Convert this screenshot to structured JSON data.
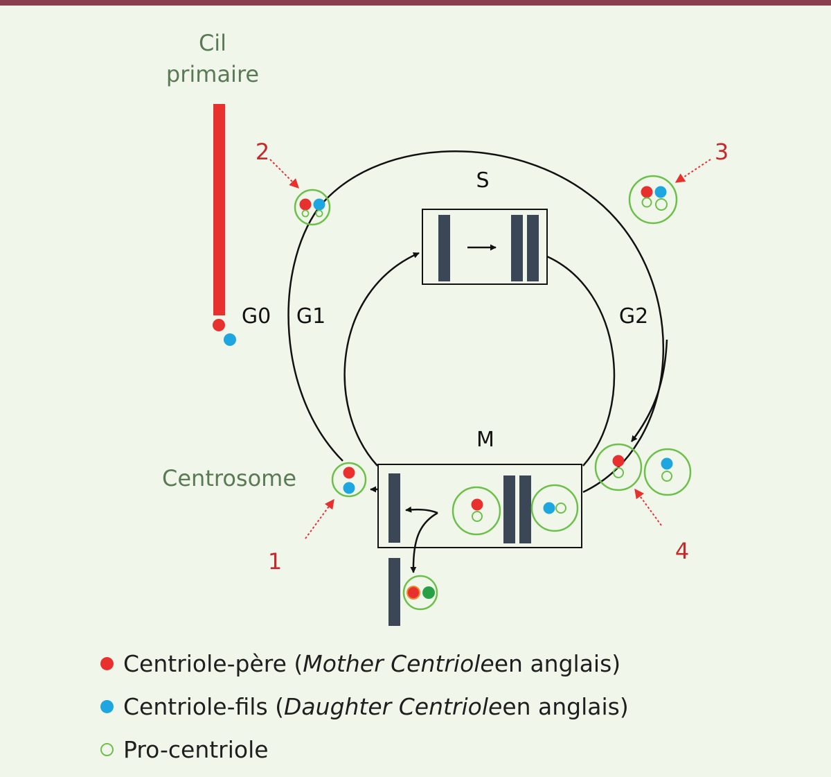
{
  "labels": {
    "cil_line1": "Cil",
    "cil_line2": "primaire",
    "centrosome": "Centrosome",
    "phase_s": "S",
    "phase_g2": "G2",
    "phase_m": "M",
    "phase_g0": "G0",
    "phase_g1": "G1",
    "n1": "1",
    "n2": "2",
    "n3": "3",
    "n4": "4"
  },
  "legend": [
    {
      "prefix": "Centriole-père (",
      "italic": "Mother Centriole",
      "suffix": " en anglais)"
    },
    {
      "prefix": "Centriole-fils (",
      "italic": "Daughter Centriole",
      "suffix": " en anglais)"
    },
    {
      "prefix": "Pro-centriole",
      "italic": "",
      "suffix": ""
    }
  ],
  "colors": {
    "mother": "#e8312e",
    "daughter": "#1ea6e0",
    "procentriole": "#6cc04a",
    "chromosome": "#3b4656",
    "label_green": "#5a7a55",
    "number_red": "#c8282b",
    "top_bar": "#8a3e4e",
    "background": "#f1f6ea"
  }
}
